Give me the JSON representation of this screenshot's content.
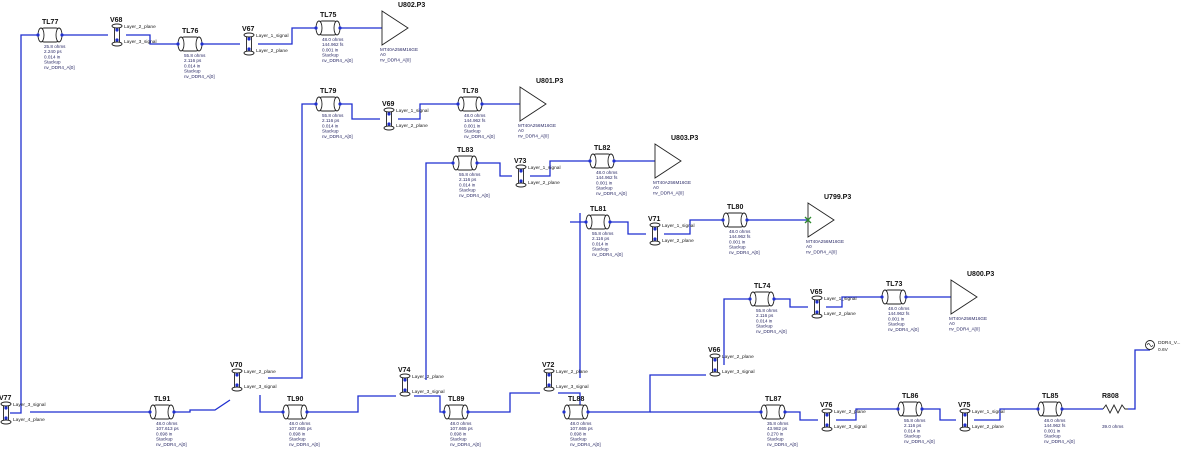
{
  "colors": {
    "wire": "#1f2fd0",
    "outline": "#222222",
    "param_text": "#2a2a66",
    "probe": "#2e8b2e"
  },
  "lines": [
    {
      "id": "tl77",
      "name": "TL77",
      "params": [
        "25.8 ohms",
        "2.240 ps",
        "0.014 in",
        "Stackup",
        "nv_DDR4_A[0]"
      ]
    },
    {
      "id": "tl76",
      "name": "TL76",
      "params": [
        "55.8 ohms",
        "2.116 ps",
        "0.014 in",
        "Stackup",
        "nv_DDR4_A[0]"
      ]
    },
    {
      "id": "tl75",
      "name": "TL75",
      "params": [
        "48.0 ohms",
        "144.962 fs",
        "0.001 in",
        "Stackup",
        "nv_DDR4_A[0]"
      ]
    },
    {
      "id": "tl79",
      "name": "TL79",
      "params": [
        "55.8 ohms",
        "2.116 ps",
        "0.014 in",
        "Stackup",
        "nv_DDR4_A[0]"
      ]
    },
    {
      "id": "tl78",
      "name": "TL78",
      "params": [
        "48.0 ohms",
        "144.962 fs",
        "0.001 in",
        "Stackup",
        "nv_DDR4_A[0]"
      ]
    },
    {
      "id": "tl83",
      "name": "TL83",
      "params": [
        "55.8 ohms",
        "2.116 ps",
        "0.014 in",
        "Stackup",
        "nv_DDR4_A[0]"
      ]
    },
    {
      "id": "tl82",
      "name": "TL82",
      "params": [
        "48.0 ohms",
        "144.962 fs",
        "0.001 in",
        "Stackup",
        "nv_DDR4_A[0]"
      ]
    },
    {
      "id": "tl81",
      "name": "TL81",
      "params": [
        "55.8 ohms",
        "2.116 ps",
        "0.014 in",
        "Stackup",
        "nv_DDR4_A[0]"
      ]
    },
    {
      "id": "tl80",
      "name": "TL80",
      "params": [
        "48.0 ohms",
        "144.962 fs",
        "0.001 in",
        "Stackup",
        "nv_DDR4_A[0]"
      ]
    },
    {
      "id": "tl74",
      "name": "TL74",
      "params": [
        "55.8 ohms",
        "2.116 ps",
        "0.014 in",
        "Stackup",
        "nv_DDR4_A[0]"
      ]
    },
    {
      "id": "tl73",
      "name": "TL73",
      "params": [
        "48.0 ohms",
        "144.962 fs",
        "0.001 in",
        "Stackup",
        "nv_DDR4_A[0]"
      ]
    },
    {
      "id": "tl91",
      "name": "TL91",
      "params": [
        "48.0 ohms",
        "107.613 ps",
        "0.698 in",
        "Stackup",
        "nv_DDR4_A[0]"
      ]
    },
    {
      "id": "tl90",
      "name": "TL90",
      "params": [
        "48.0 ohms",
        "107.665 ps",
        "0.698 in",
        "Stackup",
        "nv_DDR4_A[0]"
      ]
    },
    {
      "id": "tl89",
      "name": "TL89",
      "params": [
        "48.0 ohms",
        "107.665 ps",
        "0.698 in",
        "Stackup",
        "nv_DDR4_A[0]"
      ]
    },
    {
      "id": "tl88",
      "name": "TL88",
      "params": [
        "48.0 ohms",
        "107.665 ps",
        "0.698 in",
        "Stackup",
        "nv_DDR4_A[0]"
      ]
    },
    {
      "id": "tl87",
      "name": "TL87",
      "params": [
        "35.8 ohms",
        "43.982 ps",
        "0.270 in",
        "Stackup",
        "nv_DDR4_A[0]"
      ]
    },
    {
      "id": "tl86",
      "name": "TL86",
      "params": [
        "55.8 ohms",
        "2.116 ps",
        "0.014 in",
        "Stackup",
        "nv_DDR4_A[0]"
      ]
    },
    {
      "id": "tl85",
      "name": "TL85",
      "params": [
        "48.0 ohms",
        "144.962 fs",
        "0.001 in",
        "Stackup",
        "nv_DDR4_A[0]"
      ]
    }
  ],
  "vias": [
    {
      "id": "v68",
      "name": "V68",
      "top": "Layer_2_plane",
      "bottom": "Layer_3_signal"
    },
    {
      "id": "v67",
      "name": "V67",
      "top": "Layer_1_signal",
      "bottom": "Layer_2_plane"
    },
    {
      "id": "v69",
      "name": "V69",
      "top": "Layer_1_signal",
      "bottom": "Layer_2_plane"
    },
    {
      "id": "v73",
      "name": "V73",
      "top": "Layer_1_signal",
      "bottom": "Layer_2_plane"
    },
    {
      "id": "v71",
      "name": "V71",
      "top": "Layer_1_signal",
      "bottom": "Layer_2_plane"
    },
    {
      "id": "v65",
      "name": "V65",
      "top": "Layer_1_signal",
      "bottom": "Layer_2_plane"
    },
    {
      "id": "v70",
      "name": "V70",
      "top": "Layer_2_plane",
      "bottom": "Layer_3_signal"
    },
    {
      "id": "v74",
      "name": "V74",
      "top": "Layer_2_plane",
      "bottom": "Layer_3_signal"
    },
    {
      "id": "v72",
      "name": "V72",
      "top": "Layer_2_plane",
      "bottom": "Layer_3_signal"
    },
    {
      "id": "v66",
      "name": "V66",
      "top": "Layer_2_plane",
      "bottom": "Layer_3_signal"
    },
    {
      "id": "v76",
      "name": "V76",
      "top": "Layer_2_plane",
      "bottom": "Layer_3_signal"
    },
    {
      "id": "v75",
      "name": "V75",
      "top": "Layer_1_signal",
      "bottom": "Layer_2_plane"
    },
    {
      "id": "v77",
      "name": "V77",
      "top": "Layer_3_signal",
      "bottom": "Layer_4_plane"
    }
  ],
  "receivers": [
    {
      "id": "u802",
      "name": "U802.P3",
      "params": [
        "MT40A256M16GE",
        "A0",
        "nv_DDR4_A[0]"
      ]
    },
    {
      "id": "u801",
      "name": "U801.P3",
      "params": [
        "MT40A256M16GE",
        "A0",
        "nv_DDR4_A[0]"
      ]
    },
    {
      "id": "u803",
      "name": "U803.P3",
      "params": [
        "MT40A256M16GE",
        "A0",
        "nv_DDR4_A[0]"
      ]
    },
    {
      "id": "u799",
      "name": "U799.P3",
      "params": [
        "MT40A256M16GE",
        "A0",
        "nv_DDR4_A[0]"
      ]
    },
    {
      "id": "u800",
      "name": "U800.P3",
      "params": [
        "MT40A256M16GE",
        "A0",
        "nv_DDR4_A[0]"
      ]
    }
  ],
  "resistor": {
    "name": "R808",
    "value": "39.0 ohms"
  },
  "source": {
    "name": "DDR4_V...",
    "value": "0.6V"
  }
}
